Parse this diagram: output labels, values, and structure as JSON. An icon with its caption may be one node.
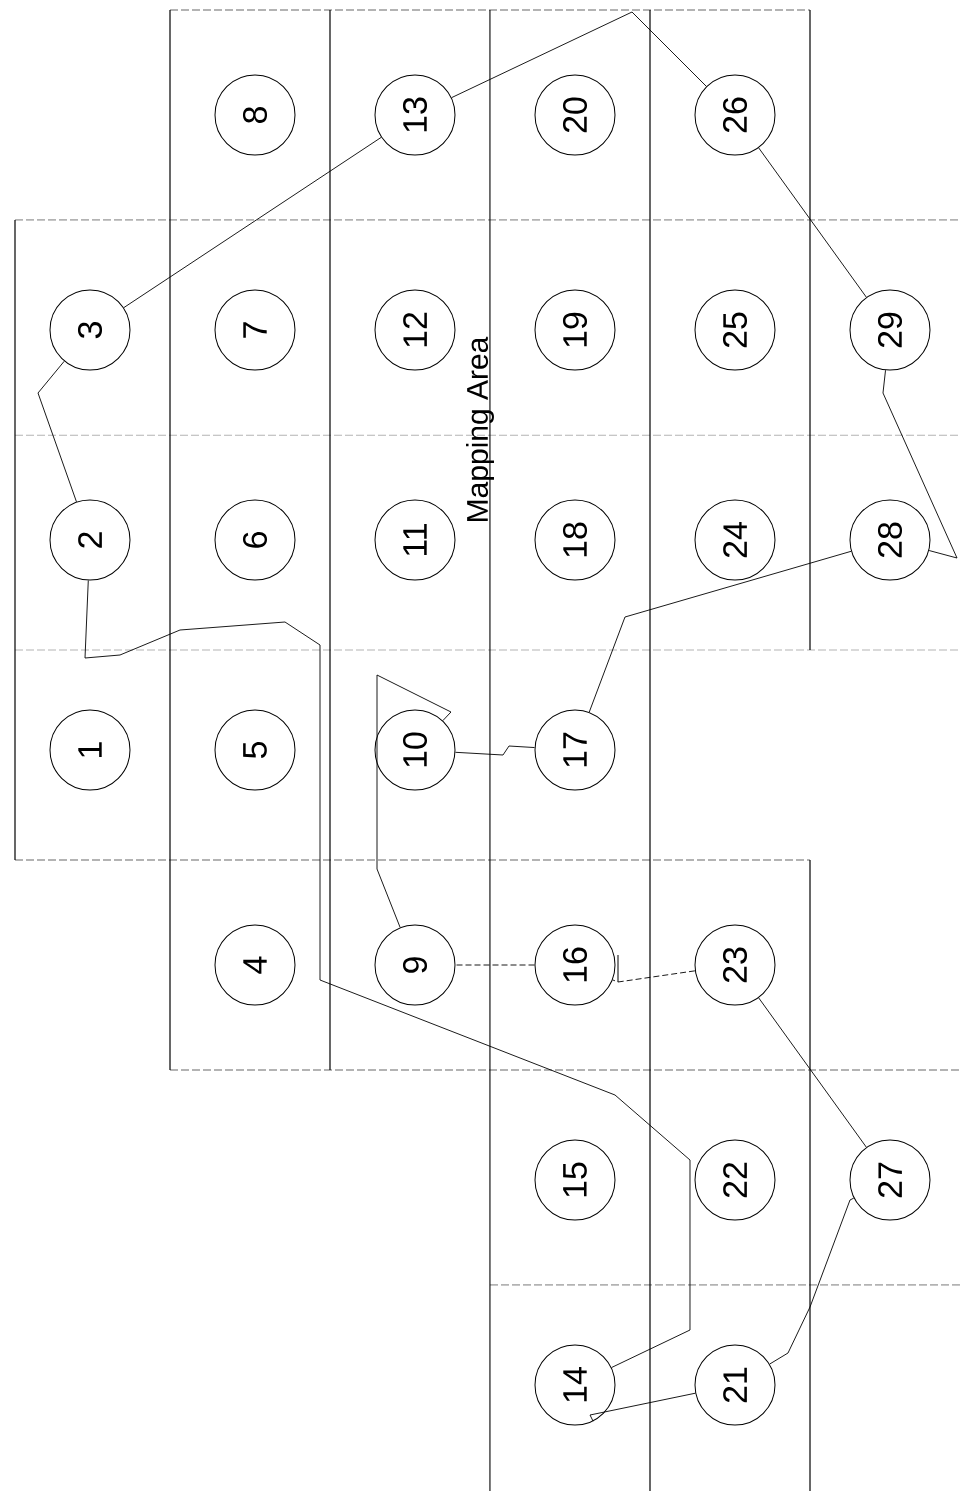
{
  "diagram": {
    "nodes": [
      {
        "text": [
          "1"
        ]
      },
      {
        "text": [
          "2"
        ]
      },
      {
        "text": [
          "3"
        ]
      },
      {
        "text": [
          "4"
        ]
      },
      {
        "text": [
          "5"
        ]
      },
      {
        "text": [
          "6"
        ]
      },
      {
        "text": [
          "7"
        ]
      },
      {
        "text": [
          "8"
        ]
      },
      {
        "text": [
          "9"
        ]
      },
      {
        "text": [
          "10"
        ]
      },
      {
        "text": [
          "11"
        ]
      },
      {
        "text": [
          "12"
        ]
      },
      {
        "text": [
          "13"
        ]
      },
      {
        "text": [
          "14"
        ]
      },
      {
        "text": [
          "15"
        ]
      },
      {
        "text": [
          "16"
        ]
      },
      {
        "text": [
          "17"
        ]
      },
      {
        "text": [
          "18"
        ]
      },
      {
        "text": [
          "19"
        ]
      },
      {
        "text": [
          "20"
        ]
      },
      {
        "text": [
          "21"
        ]
      },
      {
        "text": [
          "22"
        ]
      },
      {
        "text": [
          "23"
        ]
      },
      {
        "text": [
          "24"
        ]
      },
      {
        "text": [
          "25"
        ]
      },
      {
        "text": [
          "26"
        ]
      },
      {
        "text": [
          "27"
        ]
      },
      {
        "text": [
          "28"
        ]
      },
      {
        "text": [
          "29"
        ]
      }
    ],
    "edges": [
      {
        "from": 2,
        "to": 1,
        "arrow": "none"
      },
      {
        "from": 1,
        "to": 13,
        "arrow": "none"
      },
      {
        "from": 13,
        "to": 20,
        "arrow": "none"
      },
      {
        "from": 20,
        "to": 26,
        "arrow": "none"
      },
      {
        "from": 26,
        "to": 22,
        "arrow": "none"
      },
      {
        "from": 22,
        "to": 15,
        "arrow": "none",
        "style": "dashed"
      },
      {
        "from": 15,
        "to": 8,
        "arrow": "none",
        "style": "dashed"
      },
      {
        "from": 8,
        "to": 9,
        "arrow": "none"
      },
      {
        "from": 9,
        "to": 16,
        "arrow": "none"
      },
      {
        "from": 16,
        "to": 27,
        "arrow": "none"
      },
      {
        "from": 27,
        "to": 28,
        "arrow": "none"
      },
      {
        "from": 28,
        "to": 25,
        "arrow": "none"
      },
      {
        "from": 25,
        "to": 12,
        "arrow": "none"
      },
      {
        "from": 12,
        "to": 2,
        "arrow": "none"
      }
    ],
    "labels": [
      "Mapping Area"
    ]
  }
}
